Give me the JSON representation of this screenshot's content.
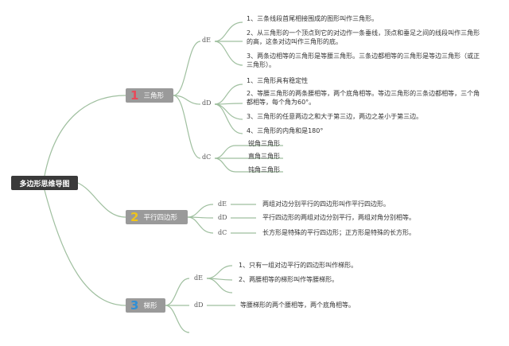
{
  "colors": {
    "line": "#9fbf9f",
    "root_bg": "#3a3a3a",
    "node_bg": "#9a9a9a",
    "num1": "#e84a5a",
    "num2": "#f0c419",
    "num3": "#2f8fd6"
  },
  "root": "多边形思维导图",
  "nodes": [
    {
      "number": "1",
      "label": "三角形",
      "groups": [
        {
          "tag": "dE",
          "items": [
            "1、三条线段首尾相接围成的图形叫作三角形。",
            "2、从三角形的一个顶点到它的对边作一条垂线，顶点和垂足之间的线段叫作三角形的高，这条对边叫作三角形的底。",
            "3、两条边相等的三角形是等腰三角形。三条边都相等的三角形是等边三角形（或正三角形）。"
          ]
        },
        {
          "tag": "dD",
          "items": [
            "1、三角形具有稳定性",
            "2、等腰三角形的两条腰相等，两个底角相等。等边三角形的三条边都相等，三个角都相等，每个角为60°。",
            "3、三角形的任意两边之和大于第三边，两边之差小于第三边。",
            "4、三角形的内角和是180°"
          ]
        },
        {
          "tag": "dC",
          "items": [
            "锐角三角形",
            "直角三角形",
            "钝角三角形"
          ]
        }
      ]
    },
    {
      "number": "2",
      "label": "平行四边形",
      "groups": [
        {
          "tag": "dE",
          "items": [
            "两组对边分别平行的四边形叫作平行四边形。"
          ]
        },
        {
          "tag": "dD",
          "items": [
            "平行四边形的两组对边分别平行，两组对角分别相等。"
          ]
        },
        {
          "tag": "dC",
          "items": [
            "长方形是特殊的平行四边形；正方形是特殊的长方形。"
          ]
        }
      ]
    },
    {
      "number": "3",
      "label": "梯形",
      "groups": [
        {
          "tag": "dE",
          "items": [
            "1、只有一组对边平行的四边形叫作梯形。",
            "2、两腰相等的梯形叫作等腰梯形。"
          ]
        },
        {
          "tag": "dD",
          "items": [
            "等腰梯形的两个腰相等，两个底角相等。"
          ]
        }
      ]
    }
  ]
}
